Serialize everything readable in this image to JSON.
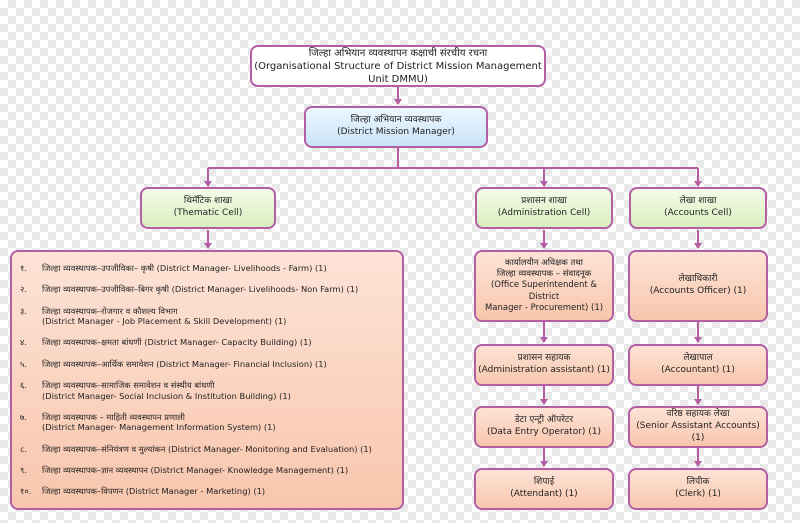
{
  "title": {
    "marathi": "जिल्हा अभियान व्यवस्थापन कक्षाची संरचीय रचना",
    "english": "(Organisational Structure of District Mission Management Unit DMMU)"
  },
  "dmm": {
    "marathi": "जिल्हा अभियान व्यवस्थापक",
    "english": "(District Mission Manager)"
  },
  "cells": {
    "thematic": {
      "marathi": "थिमॅटिक शाखा",
      "english": "(Thematic Cell)"
    },
    "admin": {
      "marathi": "प्रशासन शाखा",
      "english": "(Administration Cell)"
    },
    "accounts": {
      "marathi": "लेखा शाखा",
      "english": "(Accounts Cell)"
    }
  },
  "thematic_list": [
    {
      "num": "१.",
      "line1": "जिल्हा व्यवस्थापक–उपजीविका– कृषी (District Manager- Livelihoods - Farm) (1)"
    },
    {
      "num": "२.",
      "line1": "जिल्हा व्यवस्थापक–उपजीविका–बिगर कृषी (District Manager- Livelihoods- Non Farm) (1)"
    },
    {
      "num": "३.",
      "line1": "जिल्हा व्यवस्थापक–रोजगार व कौशल्य विभाग",
      "line2": "(District Manager - Job Placement & Skill Development) (1)"
    },
    {
      "num": "४.",
      "line1": "जिल्हा व्यवस्थापक–क्षमता बांधणी (District Manager- Capacity Building) (1)"
    },
    {
      "num": "५.",
      "line1": "जिल्हा व्यवस्थापक–आर्थिक समावेशन (District Manager- Financial Inclusion) (1)"
    },
    {
      "num": "६.",
      "line1": "जिल्हा व्यवस्थापक–सामाजिक समावेशन व संस्थीय बांधणी",
      "line2": "(District Manager- Social Inclusion & Institution Building) (1)"
    },
    {
      "num": "७.",
      "line1": "जिल्हा व्यवस्थापक – माहिती व्यवस्थापन प्रणाली",
      "line2": "(District Manager- Management Information System) (1)"
    },
    {
      "num": "८.",
      "line1": "जिल्हा व्यवस्थापक–संनियंत्रण व मुल्यांकन (District Manager- Monitoring and Evaluation) (1)"
    },
    {
      "num": "९.",
      "line1": "जिल्हा व्यवस्थापक–ज्ञान व्यवस्थापन (District Manager- Knowledge Management) (1)"
    },
    {
      "num": "१०.",
      "line1": "जिल्हा व्यवस्थापक–विपणन (District Manager - Marketing) (1)"
    }
  ],
  "admin_chain": [
    {
      "lines": [
        "कार्यालयीन अधिक्षक तथा",
        "जिल्हा व्यवस्थापक – संवादनूक",
        "(Office Superintendent & District",
        "Manager - Procurement) (1)"
      ]
    },
    {
      "lines": [
        "प्रशासन सहायक",
        "(Administration assistant) (1)"
      ]
    },
    {
      "lines": [
        "डेटा एन्ट्री ऑपरेटर",
        "(Data Entry Operator) (1)"
      ]
    },
    {
      "lines": [
        "शिपाई",
        "(Attendant) (1)"
      ]
    }
  ],
  "accounts_chain": [
    {
      "lines": [
        "लेखाधिकारी",
        "(Accounts Officer) (1)"
      ]
    },
    {
      "lines": [
        "लेखापाल",
        "(Accountant) (1)"
      ]
    },
    {
      "lines": [
        "वरिष्ठ सहायक लेखा",
        "(Senior Assistant Accounts) (1)"
      ]
    },
    {
      "lines": [
        "लिपीक",
        "(Clerk) (1)"
      ]
    }
  ]
}
